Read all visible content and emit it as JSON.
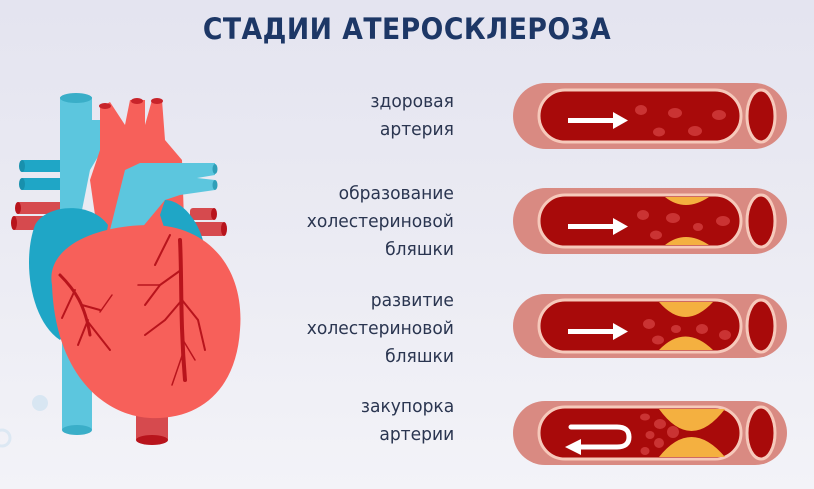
{
  "title": "СТАДИИ АТЕРОСКЛЕРОЗА",
  "colors": {
    "title": "#1d3766",
    "label_text": "#2a3550",
    "artery_wall": "#d98a82",
    "artery_wall_inner_border": "#f6c9bb",
    "blood": "#a80a0a",
    "blood_cell": "#d03b3b",
    "plaque": "#f4b040",
    "arrow": "#ffffff",
    "heart_red": "#f7605a",
    "heart_blue": "#5cc6de",
    "heart_dark_blue": "#1fa6c6",
    "vessel_dark": "#b8141c"
  },
  "illustration": {
    "heart": "heart-illustration"
  },
  "stages": [
    {
      "id": "healthy",
      "lines": [
        "здоровая",
        "артерия"
      ],
      "plaque_size": 0,
      "flow": "forward"
    },
    {
      "id": "formation",
      "lines": [
        "образование",
        "холестериновой",
        "бляшки"
      ],
      "plaque_size": 1,
      "flow": "forward"
    },
    {
      "id": "development",
      "lines": [
        "развитие",
        "холестериновой",
        "бляшки"
      ],
      "plaque_size": 2,
      "flow": "forward"
    },
    {
      "id": "blockage",
      "lines": [
        "закупорка",
        "артерии"
      ],
      "plaque_size": 3,
      "flow": "reversed"
    }
  ]
}
